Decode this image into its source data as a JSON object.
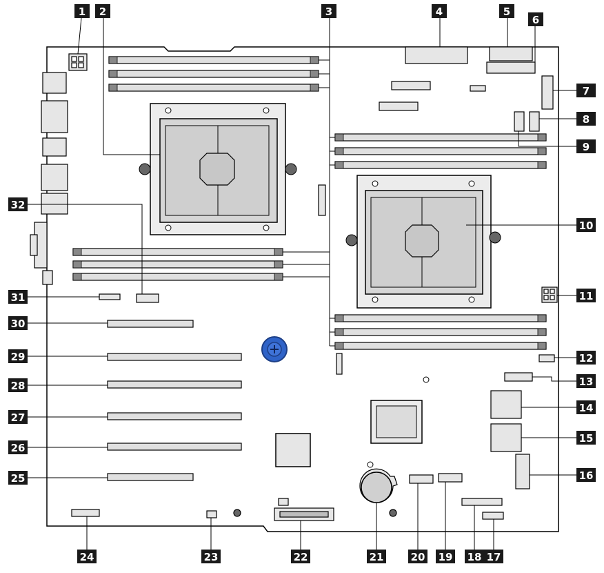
{
  "callouts": [
    "1",
    "2",
    "3",
    "4",
    "5",
    "6",
    "7",
    "8",
    "9",
    "10",
    "11",
    "12",
    "13",
    "14",
    "15",
    "16",
    "17",
    "18",
    "19",
    "20",
    "21",
    "22",
    "23",
    "24",
    "25",
    "26",
    "27",
    "28",
    "29",
    "30",
    "31",
    "32"
  ],
  "colors": {
    "board_outline": "#000000",
    "component_fill": "#d9d9d9",
    "dark_fill": "#333333",
    "callout_bg": "#1a1a1a",
    "callout_text": "#ffffff",
    "standoff_blue": "#2f63c8"
  }
}
